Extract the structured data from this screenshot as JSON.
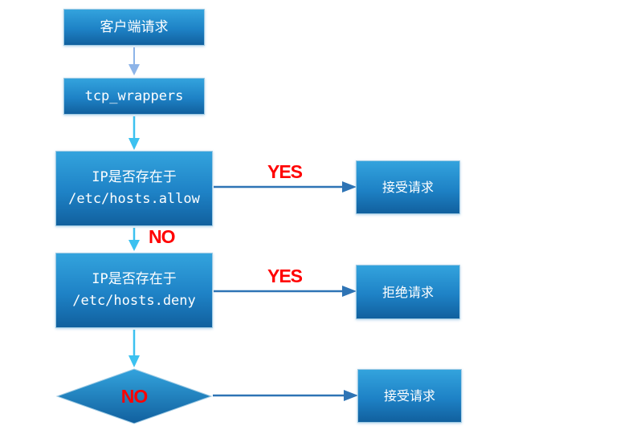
{
  "flowchart": {
    "nodes": {
      "client_request": {
        "label": "客户端请求"
      },
      "tcp_wrappers": {
        "label": "tcp_wrappers"
      },
      "hosts_allow_check": {
        "line1": "IP是否存在于",
        "line2": "/etc/hosts.allow"
      },
      "hosts_deny_check": {
        "line1": "IP是否存在于",
        "line2": "/etc/hosts.deny"
      },
      "accept_top": {
        "label": "接受请求"
      },
      "reject_middle": {
        "label": "拒绝请求"
      },
      "accept_bottom": {
        "label": "接受请求"
      },
      "decision_diamond": {
        "label": "NO"
      }
    },
    "edge_labels": {
      "allow_yes": "YES",
      "allow_no": "NO",
      "deny_yes": "YES"
    },
    "colors": {
      "box_top": "#33a3dd",
      "box_mid": "#1e82c6",
      "box_bottom": "#11609e",
      "box_border": "#9fcbe4",
      "connector": "#2e74b5",
      "arrow_light": "#8db4e8",
      "arrow_cyan": "#3cc1f0",
      "label_red": "#ff0000"
    }
  }
}
